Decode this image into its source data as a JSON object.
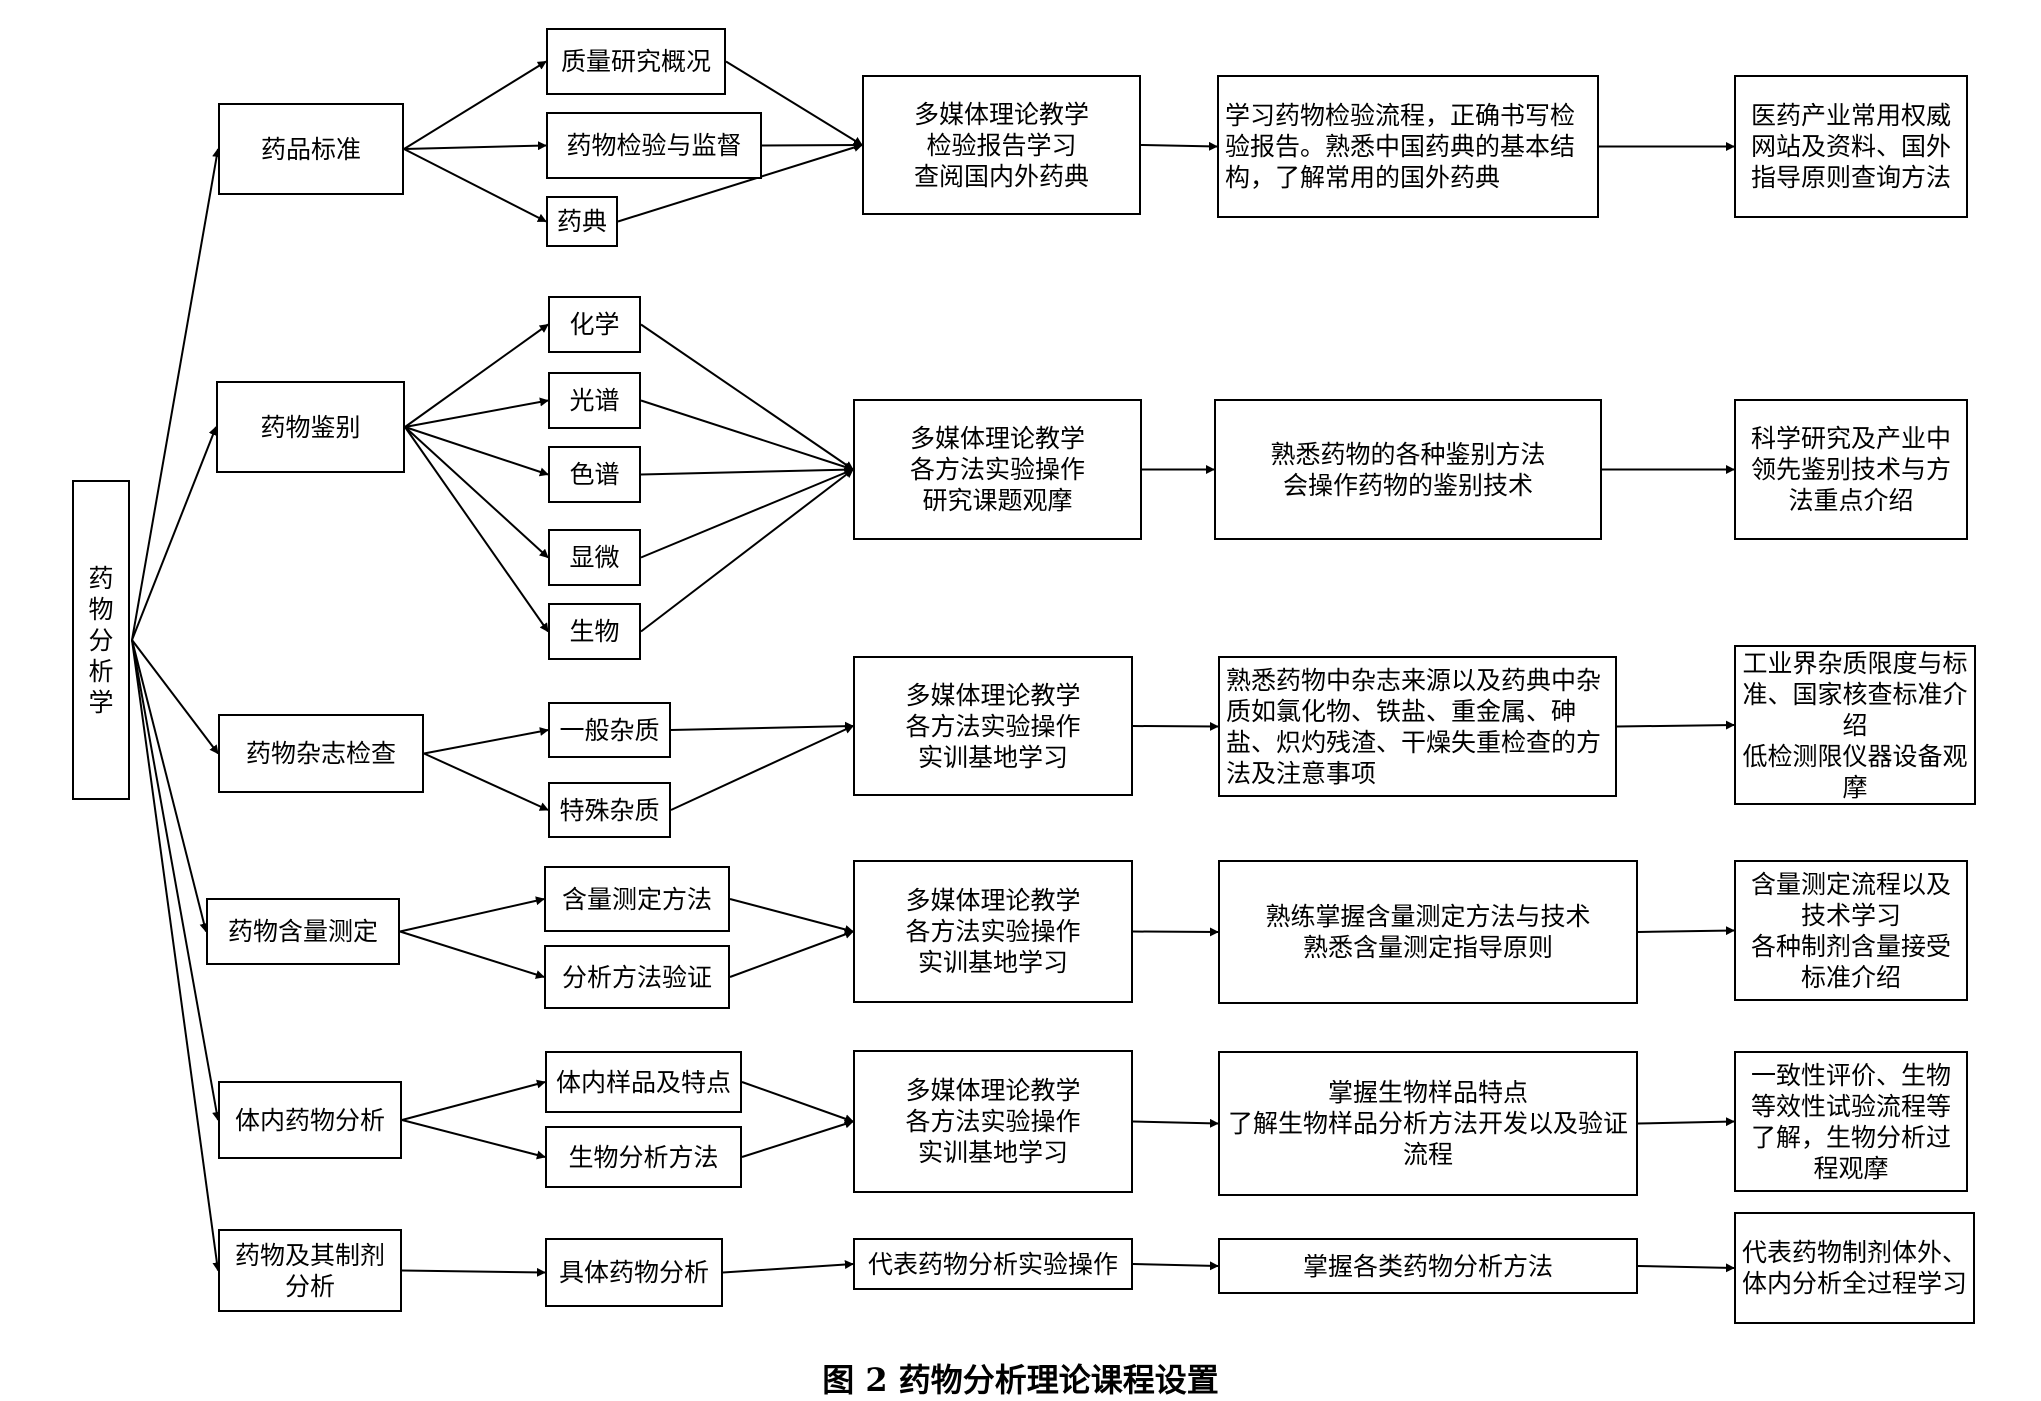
{
  "root": "药物分析学",
  "rows": [
    {
      "category": "药品标准",
      "topics": [
        "质量研究概况",
        "药物检验与监督",
        "药典"
      ],
      "method": "多媒体理论教学\n检验报告学习\n查阅国内外药典",
      "objective": "学习药物检验流程，正确书写检验报告。熟悉中国药典的基本结构，了解常用的国外药典",
      "extension": "医药产业常用权威网站及资料、国外指导原则查询方法"
    },
    {
      "category": "药物鉴别",
      "topics": [
        "化学",
        "光谱",
        "色谱",
        "显微",
        "生物"
      ],
      "method": "多媒体理论教学\n各方法实验操作\n研究课题观摩",
      "objective": "熟悉药物的各种鉴别方法\n会操作药物的鉴别技术",
      "extension": "科学研究及产业中领先鉴别技术与方法重点介绍"
    },
    {
      "category": "药物杂志检查",
      "topics": [
        "一般杂质",
        "特殊杂质"
      ],
      "method": "多媒体理论教学\n各方法实验操作\n实训基地学习",
      "objective": "熟悉药物中杂志来源以及药典中杂质如氯化物、铁盐、重金属、砷盐、炽灼残渣、干燥失重检查的方法及注意事项",
      "extension": "工业界杂质限度与标准、国家核查标准介绍\n低检测限仪器设备观摩"
    },
    {
      "category": "药物含量测定",
      "topics": [
        "含量测定方法",
        "分析方法验证"
      ],
      "method": "多媒体理论教学\n各方法实验操作\n实训基地学习",
      "objective": "熟练掌握含量测定方法与技术\n熟悉含量测定指导原则",
      "extension": "含量测定流程以及技术学习\n各种制剂含量接受标准介绍"
    },
    {
      "category": "体内药物分析",
      "topics": [
        "体内样品及特点",
        "生物分析方法"
      ],
      "method": "多媒体理论教学\n各方法实验操作\n实训基地学习",
      "objective": "掌握生物样品特点\n了解生物样品分析方法开发以及验证流程",
      "extension": "一致性评价、生物等效性试验流程等了解，生物分析过程观摩"
    },
    {
      "category": "药物及其制剂\n分析",
      "topics": [
        "具体药物分析"
      ],
      "method": "代表药物分析实验操作",
      "objective": "掌握各类药物分析方法",
      "extension": "代表药物制剂体外、体内分析全过程学习"
    }
  ],
  "caption": "图 2  药物分析理论课程设置"
}
